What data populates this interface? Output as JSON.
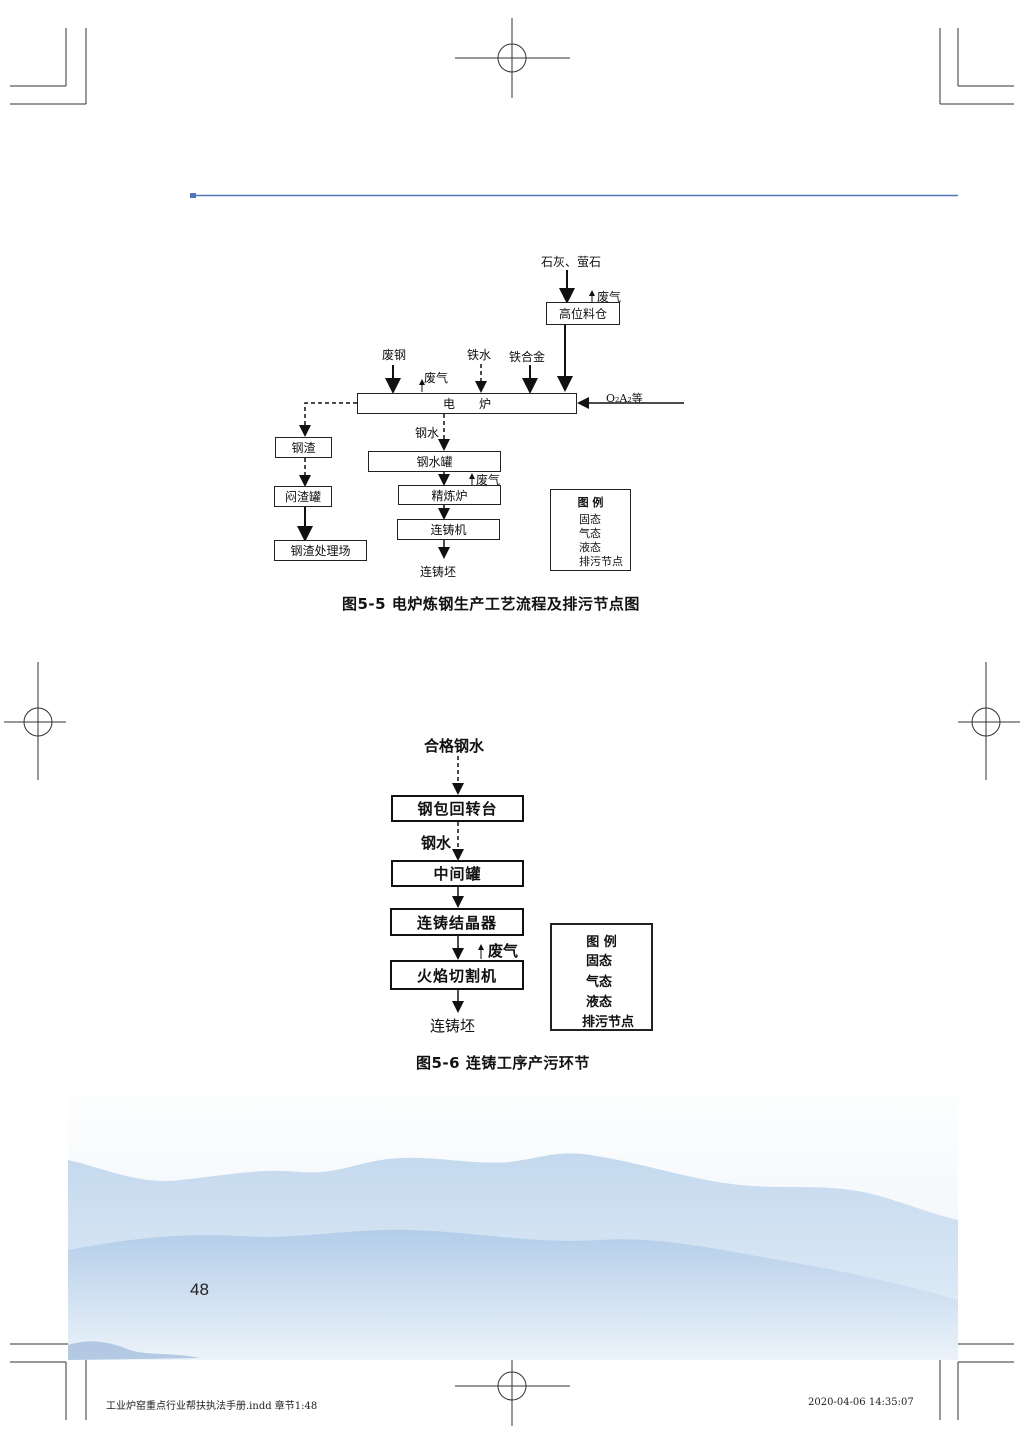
{
  "page": {
    "number": "48"
  },
  "footer": {
    "file": "工业炉窑重点行业帮扶执法手册.indd  章节1:48",
    "timestamp": "2020-04-06  14:35:07"
  },
  "fig55": {
    "caption": "图5-5   电炉炼钢生产工艺流程及排污节点图",
    "inputs": {
      "lime": "石灰、萤石",
      "scrap": "废钢",
      "iron": "铁水",
      "alloy": "铁合金",
      "oxygen": "O₂A₂等"
    },
    "boxes": {
      "silo": "高位料仓",
      "furnace": "电　　炉",
      "slag": "钢渣",
      "slag_tank": "闷渣罐",
      "slag_site": "钢渣处理场",
      "ladle": "钢水罐",
      "refining": "精炼炉",
      "caster": "连铸机"
    },
    "labels": {
      "gas1": "废气",
      "gas2": "废气",
      "gas3": "废气",
      "molten": "钢水",
      "billet": "连铸坯"
    },
    "legend": {
      "title": "图  例",
      "solid": "固态",
      "gas": "气态",
      "liquid": "液态",
      "point": "排污节点"
    }
  },
  "fig56": {
    "caption": "图5-6   连铸工序产污环节",
    "labels": {
      "input": "合格钢水",
      "molten": "钢水",
      "gas": "废气",
      "billet": "连铸坯"
    },
    "boxes": {
      "turret": "钢包回转台",
      "tundish": "中间罐",
      "mold": "连铸结晶器",
      "cutter": "火焰切割机"
    },
    "legend": {
      "title": "图  例",
      "solid": "固态",
      "gas": "气态",
      "liquid": "液态",
      "point": "排污节点"
    }
  },
  "colors": {
    "header_rule": "#4f76b8",
    "sky": "#eaf2f9",
    "mountain_far": "#c7dbef",
    "mountain_near": "#a9c6e6"
  }
}
